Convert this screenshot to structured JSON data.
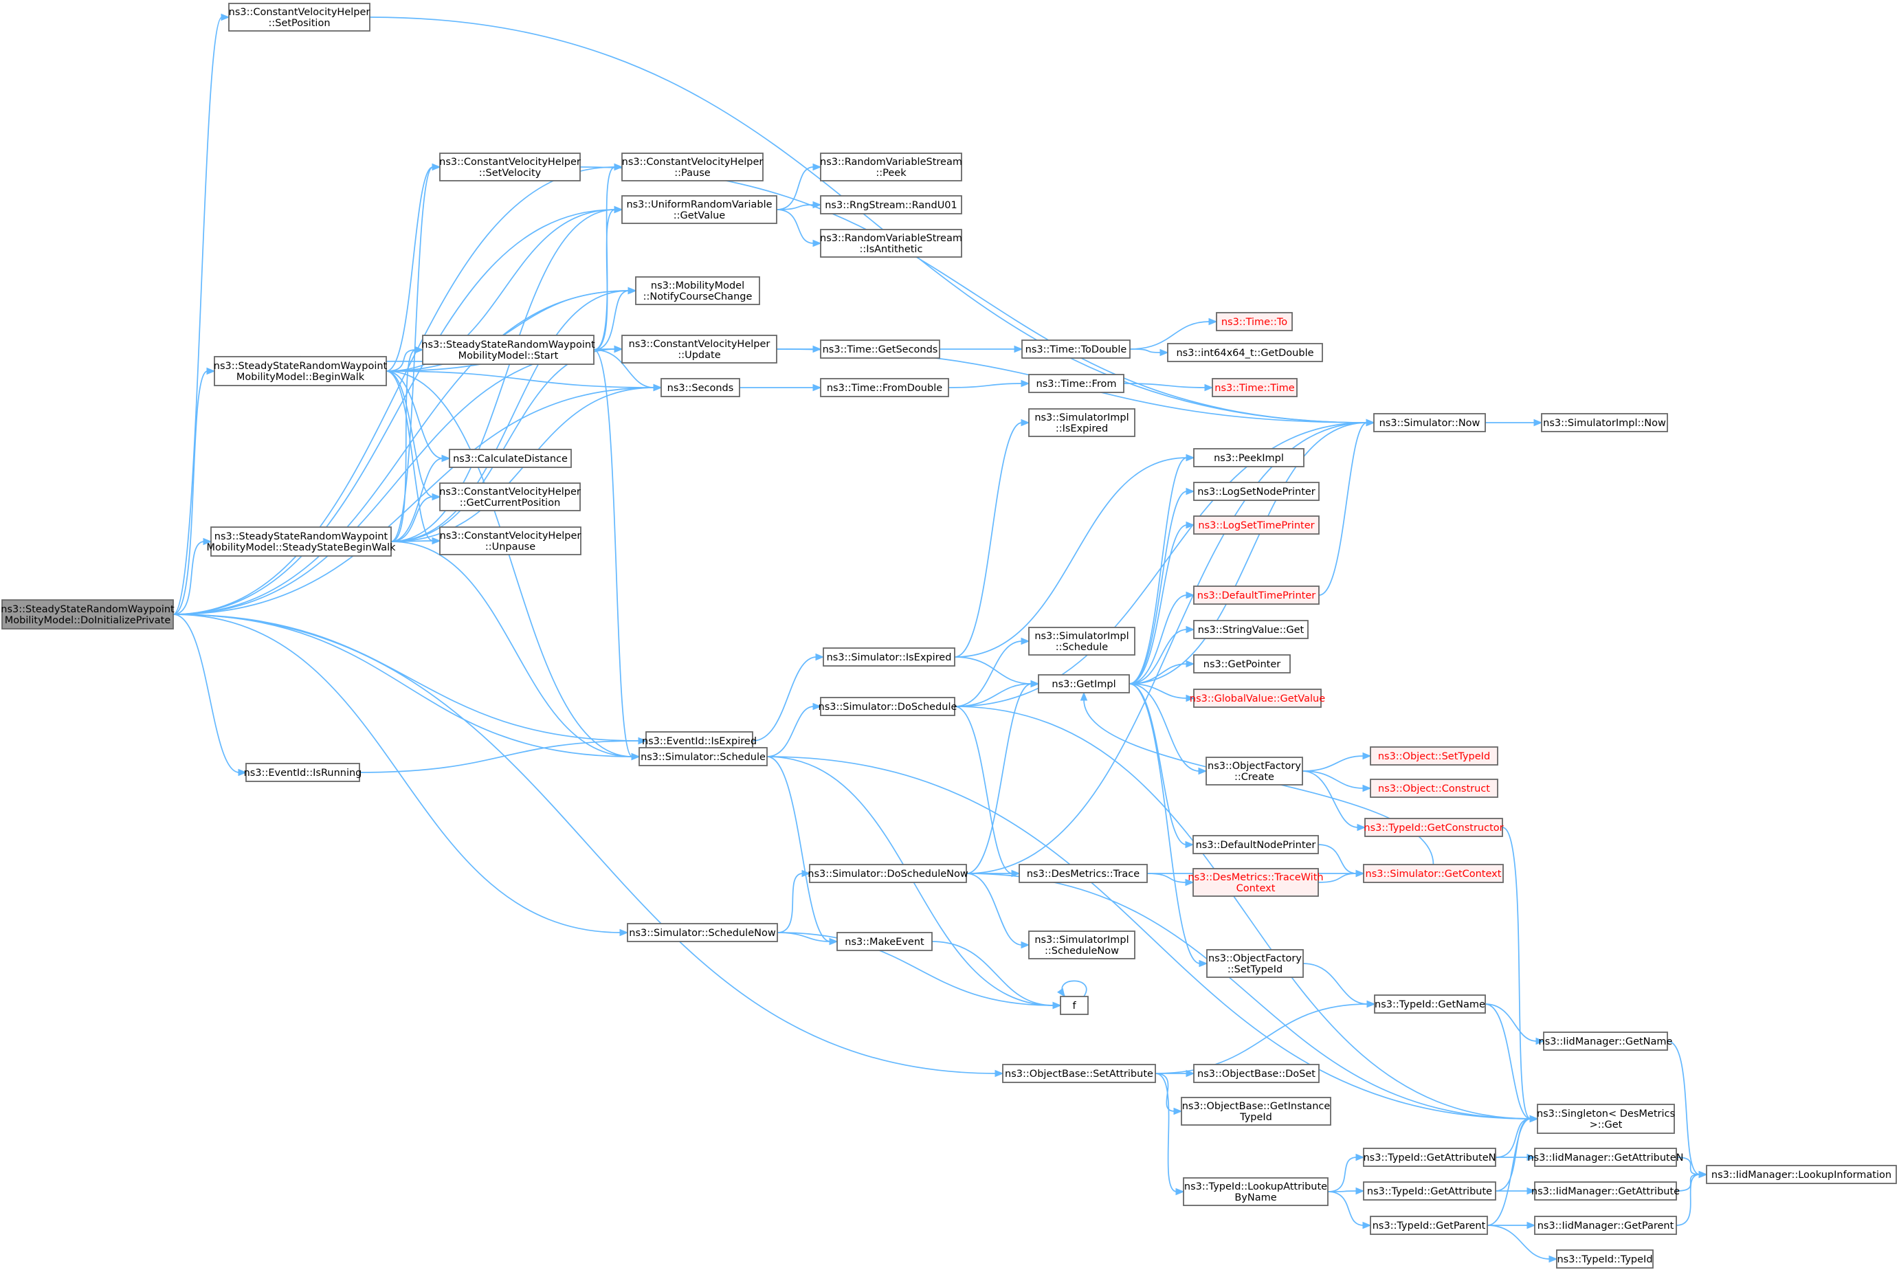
{
  "colors": {
    "edge": "#63b8ff",
    "node_border": "#666666",
    "node_fill": "#ffffff",
    "root_fill": "#999999",
    "red_border": "#ff0000",
    "red_fill": "#fff0f0",
    "red_text": "#ff0000",
    "text": "#000000"
  },
  "nodes": [
    {
      "id": "root",
      "lines": [
        "ns3::SteadyStateRandomWaypoint",
        "MobilityModel::DoInitializePrivate"
      ],
      "style": "root"
    },
    {
      "id": "cvh_setpos",
      "lines": [
        "ns3::ConstantVelocityHelper",
        "::SetPosition"
      ],
      "style": "normal"
    },
    {
      "id": "cvh_setvel",
      "lines": [
        "ns3::ConstantVelocityHelper",
        "::SetVelocity"
      ],
      "style": "normal"
    },
    {
      "id": "cvh_pause",
      "lines": [
        "ns3::ConstantVelocityHelper",
        "::Pause"
      ],
      "style": "normal"
    },
    {
      "id": "urv_getvalue",
      "lines": [
        "ns3::UniformRandomVariable",
        "::GetValue"
      ],
      "style": "normal"
    },
    {
      "id": "rvs_peek",
      "lines": [
        "ns3::RandomVariableStream",
        "::Peek"
      ],
      "style": "normal"
    },
    {
      "id": "rng_randu01",
      "lines": [
        "ns3::RngStream::RandU01"
      ],
      "style": "normal"
    },
    {
      "id": "rvs_isanti",
      "lines": [
        "ns3::RandomVariableStream",
        "::IsAntithetic"
      ],
      "style": "normal"
    },
    {
      "id": "mm_notify",
      "lines": [
        "ns3::MobilityModel",
        "::NotifyCourseChange"
      ],
      "style": "normal"
    },
    {
      "id": "begin_walk",
      "lines": [
        "ns3::SteadyStateRandomWaypoint",
        "MobilityModel::BeginWalk"
      ],
      "style": "normal"
    },
    {
      "id": "start",
      "lines": [
        "ns3::SteadyStateRandomWaypoint",
        "MobilityModel::Start"
      ],
      "style": "normal"
    },
    {
      "id": "cvh_update",
      "lines": [
        "ns3::ConstantVelocityHelper",
        "::Update"
      ],
      "style": "normal"
    },
    {
      "id": "time_getseconds",
      "lines": [
        "ns3::Time::GetSeconds"
      ],
      "style": "normal"
    },
    {
      "id": "time_todouble",
      "lines": [
        "ns3::Time::ToDouble"
      ],
      "style": "normal"
    },
    {
      "id": "time_to",
      "lines": [
        "ns3::Time::To"
      ],
      "style": "red"
    },
    {
      "id": "int64_getdouble",
      "lines": [
        "ns3::int64x64_t::GetDouble"
      ],
      "style": "normal"
    },
    {
      "id": "seconds",
      "lines": [
        "ns3::Seconds"
      ],
      "style": "normal"
    },
    {
      "id": "time_fromdouble",
      "lines": [
        "ns3::Time::FromDouble"
      ],
      "style": "normal"
    },
    {
      "id": "time_from",
      "lines": [
        "ns3::Time::From"
      ],
      "style": "normal"
    },
    {
      "id": "time_time",
      "lines": [
        "ns3::Time::Time"
      ],
      "style": "red"
    },
    {
      "id": "sim_now",
      "lines": [
        "ns3::Simulator::Now"
      ],
      "style": "normal"
    },
    {
      "id": "simimpl_now",
      "lines": [
        "ns3::SimulatorImpl::Now"
      ],
      "style": "normal"
    },
    {
      "id": "simimpl_isexpired",
      "lines": [
        "ns3::SimulatorImpl",
        "::IsExpired"
      ],
      "style": "normal"
    },
    {
      "id": "calc_distance",
      "lines": [
        "ns3::CalculateDistance"
      ],
      "style": "normal"
    },
    {
      "id": "cvh_getcurpos",
      "lines": [
        "ns3::ConstantVelocityHelper",
        "::GetCurrentPosition"
      ],
      "style": "normal"
    },
    {
      "id": "ssbegin_walk",
      "lines": [
        "ns3::SteadyStateRandomWaypoint",
        "MobilityModel::SteadyStateBeginWalk"
      ],
      "style": "normal"
    },
    {
      "id": "cvh_unpause",
      "lines": [
        "ns3::ConstantVelocityHelper",
        "::Unpause"
      ],
      "style": "normal"
    },
    {
      "id": "peekimpl",
      "lines": [
        "ns3::PeekImpl"
      ],
      "style": "normal"
    },
    {
      "id": "logsetnode",
      "lines": [
        "ns3::LogSetNodePrinter"
      ],
      "style": "normal"
    },
    {
      "id": "logsettime",
      "lines": [
        "ns3::LogSetTimePrinter"
      ],
      "style": "red"
    },
    {
      "id": "defaulttime",
      "lines": [
        "ns3::DefaultTimePrinter"
      ],
      "style": "red"
    },
    {
      "id": "stringvalue_get",
      "lines": [
        "ns3::StringValue::Get"
      ],
      "style": "normal"
    },
    {
      "id": "simimpl_schedule",
      "lines": [
        "ns3::SimulatorImpl",
        "::Schedule"
      ],
      "style": "normal"
    },
    {
      "id": "sim_isexpired",
      "lines": [
        "ns3::Simulator::IsExpired"
      ],
      "style": "normal"
    },
    {
      "id": "getimpl",
      "lines": [
        "ns3::GetImpl"
      ],
      "style": "normal"
    },
    {
      "id": "getpointer",
      "lines": [
        "ns3::GetPointer"
      ],
      "style": "normal"
    },
    {
      "id": "sim_doschedule",
      "lines": [
        "ns3::Simulator::DoSchedule"
      ],
      "style": "normal"
    },
    {
      "id": "globalvalue_getvalue",
      "lines": [
        "ns3::GlobalValue::GetValue"
      ],
      "style": "red"
    },
    {
      "id": "eventid_isexpired",
      "lines": [
        "ns3::EventId::IsExpired"
      ],
      "style": "normal"
    },
    {
      "id": "eventid_isrunning",
      "lines": [
        "ns3::EventId::IsRunning"
      ],
      "style": "normal"
    },
    {
      "id": "sim_schedule",
      "lines": [
        "ns3::Simulator::Schedule"
      ],
      "style": "normal"
    },
    {
      "id": "objfactory_create",
      "lines": [
        "ns3::ObjectFactory",
        "::Create"
      ],
      "style": "normal"
    },
    {
      "id": "object_settypeid",
      "lines": [
        "ns3::Object::SetTypeId"
      ],
      "style": "red"
    },
    {
      "id": "object_construct",
      "lines": [
        "ns3::Object::Construct"
      ],
      "style": "red"
    },
    {
      "id": "typeid_getconstructor",
      "lines": [
        "ns3::TypeId::GetConstructor"
      ],
      "style": "red"
    },
    {
      "id": "defaultnode",
      "lines": [
        "ns3::DefaultNodePrinter"
      ],
      "style": "normal"
    },
    {
      "id": "sim_doschedulenow",
      "lines": [
        "ns3::Simulator::DoScheduleNow"
      ],
      "style": "normal"
    },
    {
      "id": "desmetrics_trace",
      "lines": [
        "ns3::DesMetrics::Trace"
      ],
      "style": "normal"
    },
    {
      "id": "desmetrics_tracewith",
      "lines": [
        "ns3::DesMetrics::TraceWith",
        "Context"
      ],
      "style": "red"
    },
    {
      "id": "sim_getcontext",
      "lines": [
        "ns3::Simulator::GetContext"
      ],
      "style": "red"
    },
    {
      "id": "sim_schedulenow",
      "lines": [
        "ns3::Simulator::ScheduleNow"
      ],
      "style": "normal"
    },
    {
      "id": "makeevent",
      "lines": [
        "ns3::MakeEvent"
      ],
      "style": "normal"
    },
    {
      "id": "simimpl_schedulenow",
      "lines": [
        "ns3::SimulatorImpl",
        "::ScheduleNow"
      ],
      "style": "normal"
    },
    {
      "id": "objfactory_settypeid",
      "lines": [
        "ns3::ObjectFactory",
        "::SetTypeId"
      ],
      "style": "normal"
    },
    {
      "id": "f",
      "lines": [
        "f"
      ],
      "style": "normal"
    },
    {
      "id": "typeid_getname",
      "lines": [
        "ns3::TypeId::GetName"
      ],
      "style": "normal"
    },
    {
      "id": "iid_getname",
      "lines": [
        "ns3::IidManager::GetName"
      ],
      "style": "normal"
    },
    {
      "id": "objbase_setattr",
      "lines": [
        "ns3::ObjectBase::SetAttribute"
      ],
      "style": "normal"
    },
    {
      "id": "objbase_doset",
      "lines": [
        "ns3::ObjectBase::DoSet"
      ],
      "style": "normal"
    },
    {
      "id": "objbase_getinst",
      "lines": [
        "ns3::ObjectBase::GetInstance",
        "TypeId"
      ],
      "style": "normal"
    },
    {
      "id": "singleton_get",
      "lines": [
        "ns3::Singleton< DesMetrics",
        " >::Get"
      ],
      "style": "normal"
    },
    {
      "id": "typeid_getattrn",
      "lines": [
        "ns3::TypeId::GetAttributeN"
      ],
      "style": "normal"
    },
    {
      "id": "iid_getattrn",
      "lines": [
        "ns3::IidManager::GetAttributeN"
      ],
      "style": "normal"
    },
    {
      "id": "iid_lookup",
      "lines": [
        "ns3::IidManager::LookupInformation"
      ],
      "style": "normal"
    },
    {
      "id": "typeid_lookupattr",
      "lines": [
        "ns3::TypeId::LookupAttribute",
        "ByName"
      ],
      "style": "normal"
    },
    {
      "id": "typeid_getattr",
      "lines": [
        "ns3::TypeId::GetAttribute"
      ],
      "style": "normal"
    },
    {
      "id": "iid_getattr",
      "lines": [
        "ns3::IidManager::GetAttribute"
      ],
      "style": "normal"
    },
    {
      "id": "typeid_getparent",
      "lines": [
        "ns3::TypeId::GetParent"
      ],
      "style": "normal"
    },
    {
      "id": "iid_getparent",
      "lines": [
        "ns3::IidManager::GetParent"
      ],
      "style": "normal"
    },
    {
      "id": "typeid_typeid",
      "lines": [
        "ns3::TypeId::TypeId"
      ],
      "style": "normal"
    }
  ],
  "edges": [
    [
      "root",
      "cvh_setpos"
    ],
    [
      "root",
      "cvh_pause"
    ],
    [
      "root",
      "urv_getvalue"
    ],
    [
      "root",
      "mm_notify"
    ],
    [
      "root",
      "begin_walk"
    ],
    [
      "root",
      "ssbegin_walk"
    ],
    [
      "root",
      "cvh_update"
    ],
    [
      "root",
      "seconds"
    ],
    [
      "root",
      "sim_schedule"
    ],
    [
      "root",
      "eventid_isexpired"
    ],
    [
      "root",
      "eventid_isrunning"
    ],
    [
      "root",
      "sim_schedulenow"
    ],
    [
      "root",
      "objbase_setattr"
    ],
    [
      "cvh_setpos",
      "sim_now"
    ],
    [
      "cvh_setvel",
      "sim_now"
    ],
    [
      "urv_getvalue",
      "rvs_peek"
    ],
    [
      "urv_getvalue",
      "rng_randu01"
    ],
    [
      "urv_getvalue",
      "rvs_isanti"
    ],
    [
      "begin_walk",
      "cvh_setvel"
    ],
    [
      "begin_walk",
      "urv_getvalue"
    ],
    [
      "begin_walk",
      "mm_notify"
    ],
    [
      "begin_walk",
      "start"
    ],
    [
      "begin_walk",
      "cvh_update"
    ],
    [
      "begin_walk",
      "seconds"
    ],
    [
      "begin_walk",
      "calc_distance"
    ],
    [
      "begin_walk",
      "cvh_getcurpos"
    ],
    [
      "begin_walk",
      "cvh_unpause"
    ],
    [
      "begin_walk",
      "sim_schedule"
    ],
    [
      "start",
      "begin_walk"
    ],
    [
      "start",
      "cvh_pause"
    ],
    [
      "start",
      "urv_getvalue"
    ],
    [
      "start",
      "mm_notify"
    ],
    [
      "start",
      "cvh_update"
    ],
    [
      "start",
      "seconds"
    ],
    [
      "start",
      "sim_schedule"
    ],
    [
      "ssbegin_walk",
      "cvh_setvel"
    ],
    [
      "ssbegin_walk",
      "urv_getvalue"
    ],
    [
      "ssbegin_walk",
      "mm_notify"
    ],
    [
      "ssbegin_walk",
      "start"
    ],
    [
      "ssbegin_walk",
      "cvh_update"
    ],
    [
      "ssbegin_walk",
      "seconds"
    ],
    [
      "ssbegin_walk",
      "calc_distance"
    ],
    [
      "ssbegin_walk",
      "cvh_getcurpos"
    ],
    [
      "ssbegin_walk",
      "cvh_unpause"
    ],
    [
      "ssbegin_walk",
      "sim_schedule"
    ],
    [
      "cvh_update",
      "time_getseconds"
    ],
    [
      "cvh_update",
      "sim_now"
    ],
    [
      "time_getseconds",
      "time_todouble"
    ],
    [
      "time_todouble",
      "time_to"
    ],
    [
      "time_todouble",
      "int64_getdouble"
    ],
    [
      "seconds",
      "time_fromdouble"
    ],
    [
      "time_fromdouble",
      "time_from"
    ],
    [
      "time_from",
      "time_time"
    ],
    [
      "sim_now",
      "simimpl_now"
    ],
    [
      "eventid_isrunning",
      "eventid_isexpired"
    ],
    [
      "eventid_isexpired",
      "sim_isexpired"
    ],
    [
      "sim_isexpired",
      "simimpl_isexpired"
    ],
    [
      "sim_isexpired",
      "peekimpl"
    ],
    [
      "sim_isexpired",
      "getimpl"
    ],
    [
      "sim_schedule",
      "sim_doschedule"
    ],
    [
      "sim_schedule",
      "makeevent"
    ],
    [
      "sim_schedule",
      "f"
    ],
    [
      "sim_schedule",
      "singleton_get"
    ],
    [
      "sim_doschedule",
      "simimpl_schedule"
    ],
    [
      "sim_doschedule",
      "getimpl"
    ],
    [
      "sim_doschedule",
      "sim_now"
    ],
    [
      "sim_doschedule",
      "desmetrics_trace"
    ],
    [
      "sim_doschedule",
      "singleton_get"
    ],
    [
      "sim_schedulenow",
      "sim_doschedulenow"
    ],
    [
      "sim_schedulenow",
      "makeevent"
    ],
    [
      "sim_schedulenow",
      "f"
    ],
    [
      "sim_doschedulenow",
      "getimpl"
    ],
    [
      "sim_doschedulenow",
      "sim_now"
    ],
    [
      "sim_doschedulenow",
      "desmetrics_trace"
    ],
    [
      "sim_doschedulenow",
      "simimpl_schedulenow"
    ],
    [
      "sim_doschedulenow",
      "singleton_get"
    ],
    [
      "makeevent",
      "f"
    ],
    [
      "f",
      "f"
    ],
    [
      "getimpl",
      "peekimpl"
    ],
    [
      "getimpl",
      "logsetnode"
    ],
    [
      "getimpl",
      "logsettime"
    ],
    [
      "getimpl",
      "defaulttime"
    ],
    [
      "getimpl",
      "stringvalue_get"
    ],
    [
      "getimpl",
      "getpointer"
    ],
    [
      "getimpl",
      "globalvalue_getvalue"
    ],
    [
      "getimpl",
      "objfactory_create"
    ],
    [
      "getimpl",
      "defaultnode"
    ],
    [
      "getimpl",
      "objfactory_settypeid"
    ],
    [
      "getimpl",
      "sim_now"
    ],
    [
      "defaulttime",
      "sim_now"
    ],
    [
      "objfactory_create",
      "object_settypeid"
    ],
    [
      "objfactory_create",
      "object_construct"
    ],
    [
      "objfactory_create",
      "typeid_getconstructor"
    ],
    [
      "typeid_getconstructor",
      "singleton_get"
    ],
    [
      "defaultnode",
      "sim_getcontext"
    ],
    [
      "sim_getcontext",
      "getimpl"
    ],
    [
      "desmetrics_trace",
      "desmetrics_tracewith"
    ],
    [
      "desmetrics_trace",
      "sim_getcontext"
    ],
    [
      "desmetrics_tracewith",
      "sim_getcontext"
    ],
    [
      "objfactory_settypeid",
      "typeid_getname"
    ],
    [
      "typeid_getname",
      "iid_getname"
    ],
    [
      "typeid_getname",
      "singleton_get"
    ],
    [
      "iid_getname",
      "iid_lookup"
    ],
    [
      "objbase_setattr",
      "typeid_getname"
    ],
    [
      "objbase_setattr",
      "objbase_doset"
    ],
    [
      "objbase_setattr",
      "objbase_getinst"
    ],
    [
      "objbase_setattr",
      "typeid_lookupattr"
    ],
    [
      "typeid_lookupattr",
      "typeid_getattrn"
    ],
    [
      "typeid_lookupattr",
      "typeid_getattr"
    ],
    [
      "typeid_lookupattr",
      "typeid_getparent"
    ],
    [
      "typeid_getattrn",
      "iid_getattrn"
    ],
    [
      "typeid_getattrn",
      "singleton_get"
    ],
    [
      "iid_getattrn",
      "iid_lookup"
    ],
    [
      "typeid_getattr",
      "iid_getattr"
    ],
    [
      "typeid_getattr",
      "singleton_get"
    ],
    [
      "iid_getattr",
      "iid_lookup"
    ],
    [
      "typeid_getparent",
      "iid_getparent"
    ],
    [
      "typeid_getparent",
      "typeid_typeid"
    ],
    [
      "typeid_getparent",
      "singleton_get"
    ],
    [
      "iid_getparent",
      "iid_lookup"
    ]
  ]
}
